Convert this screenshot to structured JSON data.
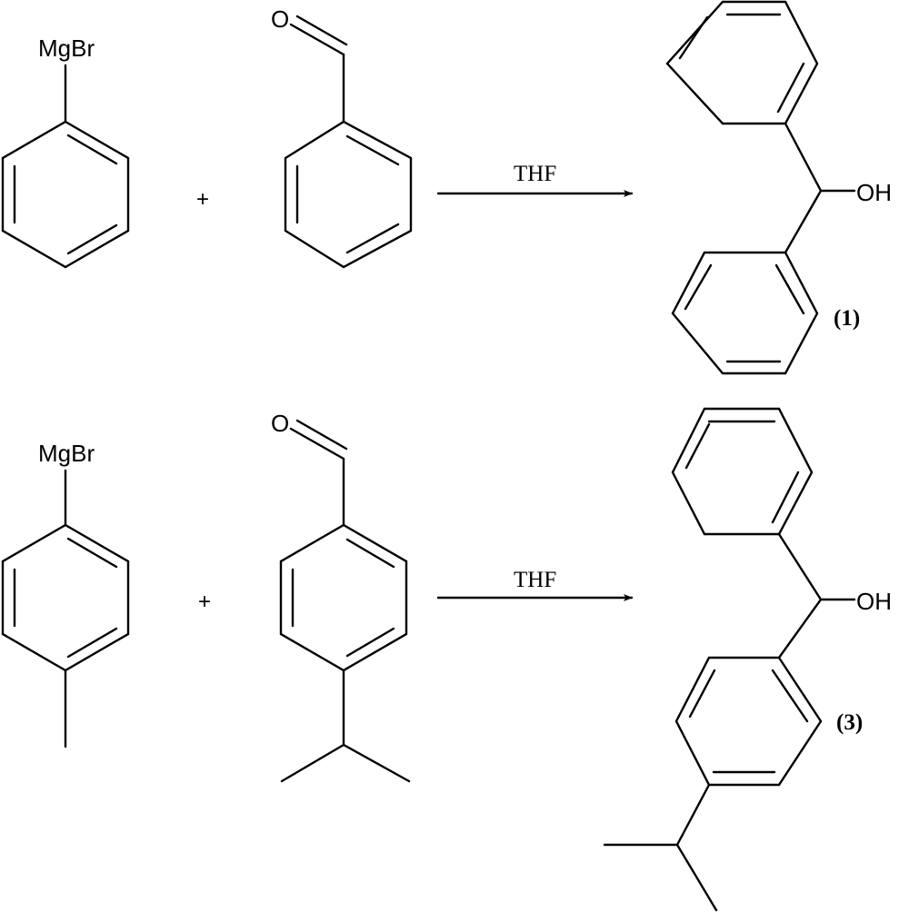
{
  "reactions": [
    {
      "reagent_label": "MgBr",
      "aldehyde_label": "O",
      "plus_sign": "+",
      "solvent": "THF",
      "product_group": "OH",
      "product_number": "(1)"
    },
    {
      "reagent_label": "MgBr",
      "aldehyde_label": "O",
      "plus_sign": "+",
      "solvent": "THF",
      "product_group": "OH",
      "product_number": "(3)"
    }
  ]
}
